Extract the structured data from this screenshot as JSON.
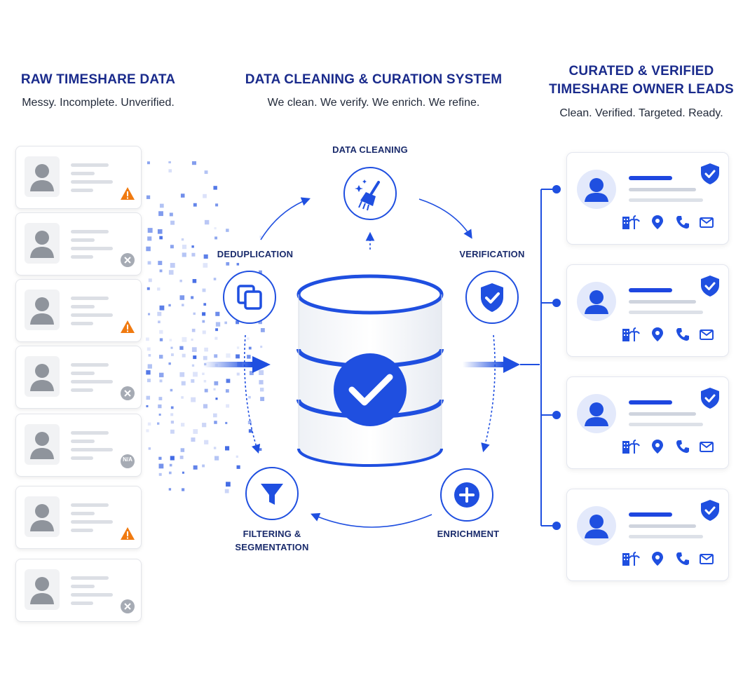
{
  "left": {
    "title": "RAW TIMESHARE DATA",
    "subtitle": "Messy. Incomplete. Unverified.",
    "cards": [
      {
        "badge": "warning"
      },
      {
        "badge": "error"
      },
      {
        "badge": "warning"
      },
      {
        "badge": "error"
      },
      {
        "badge": "na",
        "badge_text": "N/A"
      },
      {
        "badge": "warning"
      },
      {
        "badge": "error"
      }
    ]
  },
  "center": {
    "title": "DATA CLEANING & CURATION SYSTEM",
    "subtitle": "We clean. We verify. We enrich. We refine.",
    "steps": {
      "cleaning": "DATA CLEANING",
      "dedup": "DEDUPLICATION",
      "verification": "VERIFICATION",
      "filtering_1": "FILTERING &",
      "filtering_2": "SEGMENTATION",
      "enrichment": "ENRICHMENT"
    },
    "icons": {
      "cleaning": "broom-icon",
      "dedup": "duplicate-icon",
      "verification": "shield-check-icon",
      "filtering": "funnel-icon",
      "enrichment": "plus-circle-icon",
      "database": "database-check-icon"
    }
  },
  "right": {
    "title_1": "CURATED & VERIFIED",
    "title_2": "TIMESHARE OWNER LEADS",
    "subtitle": "Clean. Verified. Targeted. Ready.",
    "cards": [
      {
        "icons": [
          "resort-icon",
          "location-icon",
          "phone-icon",
          "mail-icon"
        ]
      },
      {
        "icons": [
          "resort-icon",
          "location-icon",
          "phone-icon",
          "mail-icon"
        ]
      },
      {
        "icons": [
          "resort-icon",
          "location-icon",
          "phone-icon",
          "mail-icon"
        ]
      },
      {
        "icons": [
          "resort-icon",
          "location-icon",
          "phone-icon",
          "mail-icon"
        ]
      }
    ]
  },
  "colors": {
    "primary": "#1f4fe0",
    "title": "#1a2b8c",
    "warning": "#f07a10",
    "muted": "#b7bcc6"
  }
}
